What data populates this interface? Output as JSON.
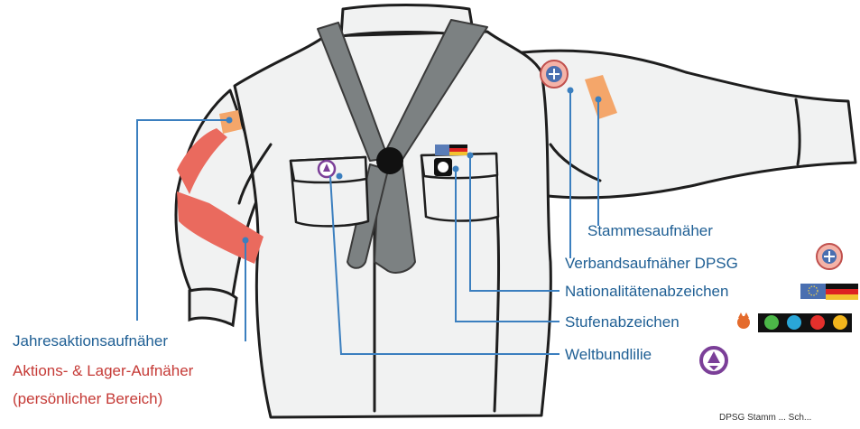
{
  "labels": {
    "stammesaufnaeher": "Stammesaufnäher",
    "verbandsaufnaeher": "Verbandsaufnäher DPSG",
    "nationalitaeten": "Nationalitätenabzeichen",
    "stufenabzeichen": "Stufenabzeichen",
    "weltbundlilie": "Weltbundlilie",
    "jahresaktion": "Jahresaktionsaufnäher",
    "aktions_lager": "Aktions- & Lager-Aufnäher",
    "persoenlich": "(persönlicher Bereich)"
  },
  "credit": "DPSG Stamm ... Sch...",
  "colors": {
    "leader_line": "#3b7fbf",
    "label_blue": "#1f5f94",
    "label_red": "#c53a36",
    "orange_patch": "#f4a66a",
    "red_patch": "#ea6a5e",
    "scarf": "#7c8182",
    "shirt": "#f1f2f2",
    "outline": "#1e1e1e"
  },
  "stufen_colors": [
    "#e46b2c",
    "#4cb748",
    "#2aa6d8",
    "#e5302c",
    "#f2b51c"
  ],
  "icons": [
    "dpsg-emblem-icon",
    "eu-flag-icon",
    "german-flag-icon",
    "lily-icon",
    "stufen-badge-icon"
  ]
}
